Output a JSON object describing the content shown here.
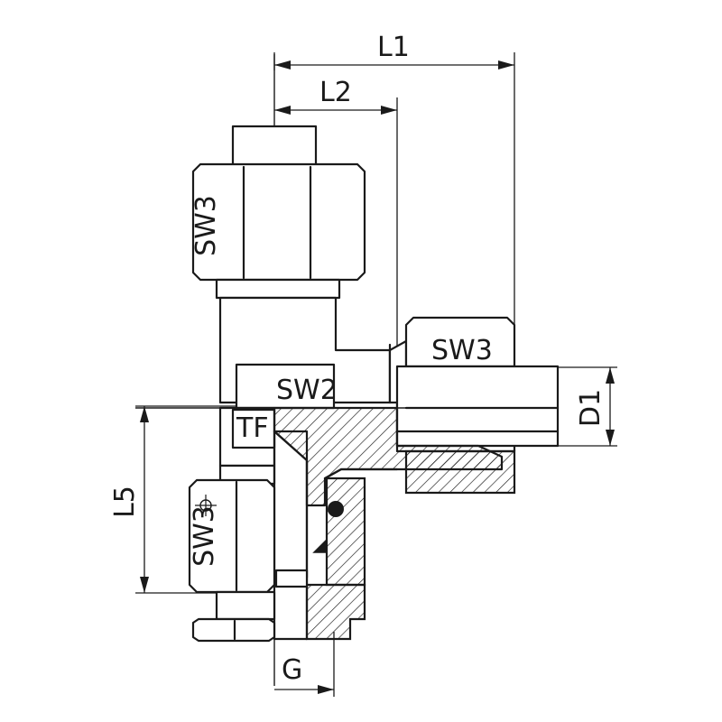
{
  "drawing": {
    "labels": {
      "L1": "L1",
      "L2": "L2",
      "D1": "D1",
      "L5": "L5",
      "G": "G",
      "SW3_top": "SW3",
      "SW3_right": "SW3",
      "SW3_bottom": "SW3",
      "SW2": "SW2",
      "TF": "TF"
    }
  }
}
